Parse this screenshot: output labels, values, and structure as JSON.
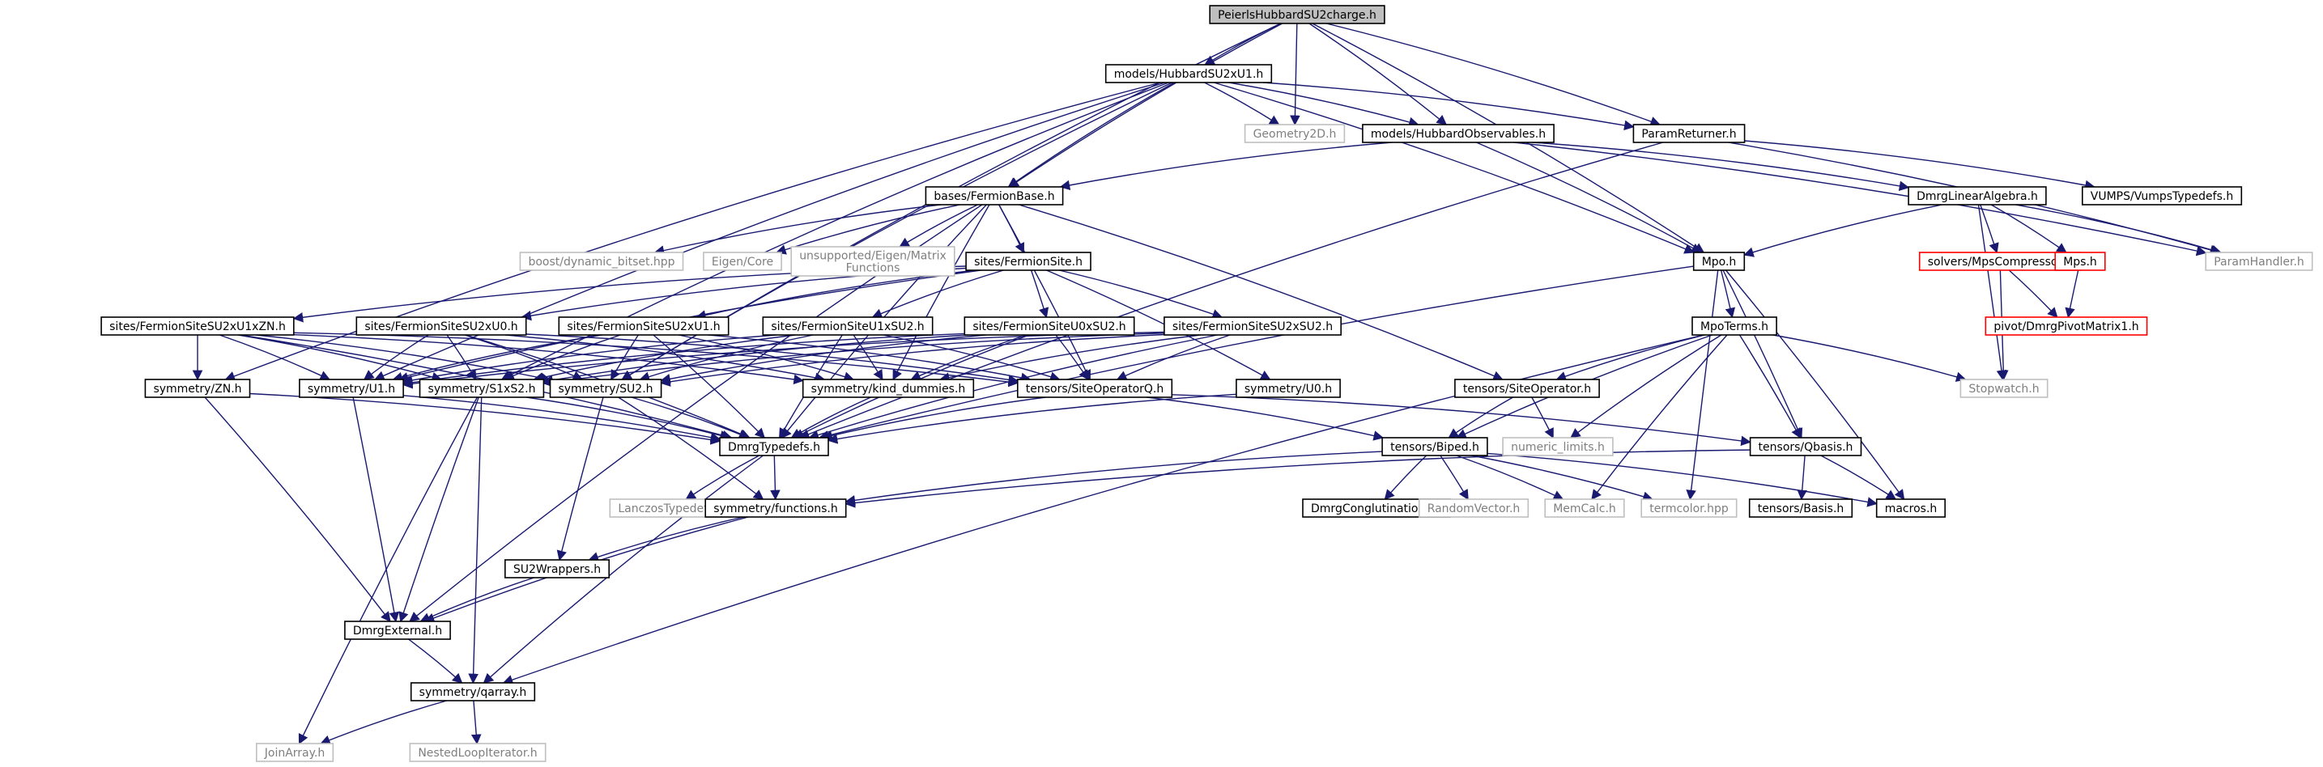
{
  "graph": {
    "colors": {
      "edge": "#191970",
      "node_border": "#000000",
      "root_fill": "#bfbfbf",
      "external_border": "#bfbfbf",
      "undocumented_border": "#ff0000",
      "node_fill": "#ffffff",
      "text": "#000000",
      "external_text": "#7f7f7f"
    },
    "nodes": [
      {
        "id": "root",
        "label": "PeierlsHubbardSU2charge.h",
        "kind": "root"
      },
      {
        "id": "hubbard",
        "label": "models/HubbardSU2xU1.h",
        "kind": "normal"
      },
      {
        "id": "geometry",
        "label": "Geometry2D.h",
        "kind": "external"
      },
      {
        "id": "hubobs",
        "label": "models/HubbardObservables.h",
        "kind": "normal"
      },
      {
        "id": "paramret",
        "label": "ParamReturner.h",
        "kind": "normal"
      },
      {
        "id": "fermbase",
        "label": "bases/FermionBase.h",
        "kind": "normal"
      },
      {
        "id": "dmrglin",
        "label": "DmrgLinearAlgebra.h",
        "kind": "normal"
      },
      {
        "id": "vumps",
        "label": "VUMPS/VumpsTypedefs.h",
        "kind": "normal"
      },
      {
        "id": "boost",
        "label": "boost/dynamic_bitset.hpp",
        "kind": "external"
      },
      {
        "id": "eigencore",
        "label": "Eigen/Core",
        "kind": "external"
      },
      {
        "id": "eigenmf",
        "label": "unsupported/Eigen/Matrix\nFunctions",
        "kind": "external"
      },
      {
        "id": "fermsite",
        "label": "sites/FermionSite.h",
        "kind": "normal"
      },
      {
        "id": "mpo",
        "label": "Mpo.h",
        "kind": "normal"
      },
      {
        "id": "mpscomp",
        "label": "solvers/MpsCompressor.h",
        "kind": "undocumented"
      },
      {
        "id": "mps",
        "label": "Mps.h",
        "kind": "undocumented"
      },
      {
        "id": "paramhandler",
        "label": "ParamHandler.h",
        "kind": "external"
      },
      {
        "id": "fsu2u1zn",
        "label": "sites/FermionSiteSU2xU1xZN.h",
        "kind": "normal"
      },
      {
        "id": "fsu2u0",
        "label": "sites/FermionSiteSU2xU0.h",
        "kind": "normal"
      },
      {
        "id": "fsu2u1",
        "label": "sites/FermionSiteSU2xU1.h",
        "kind": "normal"
      },
      {
        "id": "fu1su2",
        "label": "sites/FermionSiteU1xSU2.h",
        "kind": "normal"
      },
      {
        "id": "fu0su2",
        "label": "sites/FermionSiteU0xSU2.h",
        "kind": "normal"
      },
      {
        "id": "fsu2su2",
        "label": "sites/FermionSiteSU2xSU2.h",
        "kind": "normal"
      },
      {
        "id": "mpoterms",
        "label": "MpoTerms.h",
        "kind": "normal"
      },
      {
        "id": "pivot",
        "label": "pivot/DmrgPivotMatrix1.h",
        "kind": "undocumented"
      },
      {
        "id": "zn",
        "label": "symmetry/ZN.h",
        "kind": "normal"
      },
      {
        "id": "u1",
        "label": "symmetry/U1.h",
        "kind": "normal"
      },
      {
        "id": "s1xs2",
        "label": "symmetry/S1xS2.h",
        "kind": "normal"
      },
      {
        "id": "su2",
        "label": "symmetry/SU2.h",
        "kind": "normal"
      },
      {
        "id": "kind",
        "label": "symmetry/kind_dummies.h",
        "kind": "normal"
      },
      {
        "id": "siteopq",
        "label": "tensors/SiteOperatorQ.h",
        "kind": "normal"
      },
      {
        "id": "u0",
        "label": "symmetry/U0.h",
        "kind": "normal"
      },
      {
        "id": "siteop",
        "label": "tensors/SiteOperator.h",
        "kind": "normal"
      },
      {
        "id": "stopwatch",
        "label": "Stopwatch.h",
        "kind": "external"
      },
      {
        "id": "dmrgtypedefs",
        "label": "DmrgTypedefs.h",
        "kind": "normal"
      },
      {
        "id": "numlimits",
        "label": "numeric_limits.h",
        "kind": "external"
      },
      {
        "id": "biped",
        "label": "tensors/Biped.h",
        "kind": "normal"
      },
      {
        "id": "qbasis",
        "label": "tensors/Qbasis.h",
        "kind": "normal"
      },
      {
        "id": "lanczos",
        "label": "LanczosTypedefs.h",
        "kind": "external"
      },
      {
        "id": "symfunc",
        "label": "symmetry/functions.h",
        "kind": "normal"
      },
      {
        "id": "conglut",
        "label": "DmrgConglutinations.h",
        "kind": "normal"
      },
      {
        "id": "randvec",
        "label": "RandomVector.h",
        "kind": "external"
      },
      {
        "id": "memcalc",
        "label": "MemCalc.h",
        "kind": "external"
      },
      {
        "id": "termcolor",
        "label": "termcolor.hpp",
        "kind": "external"
      },
      {
        "id": "basis",
        "label": "tensors/Basis.h",
        "kind": "normal"
      },
      {
        "id": "macros",
        "label": "macros.h",
        "kind": "normal"
      },
      {
        "id": "su2wrap",
        "label": "SU2Wrappers.h",
        "kind": "normal"
      },
      {
        "id": "dmrgext",
        "label": "DmrgExternal.h",
        "kind": "normal"
      },
      {
        "id": "qarray",
        "label": "symmetry/qarray.h",
        "kind": "normal"
      },
      {
        "id": "joinarray",
        "label": "JoinArray.h",
        "kind": "external"
      },
      {
        "id": "nested",
        "label": "NestedLoopIterator.h",
        "kind": "external"
      }
    ],
    "edges": [
      [
        "root",
        "hubbard"
      ],
      [
        "root",
        "geometry"
      ],
      [
        "root",
        "hubobs"
      ],
      [
        "root",
        "paramret"
      ],
      [
        "root",
        "fermbase"
      ],
      [
        "root",
        "mpo"
      ],
      [
        "root",
        "su2"
      ],
      [
        "hubbard",
        "geometry"
      ],
      [
        "hubbard",
        "hubobs"
      ],
      [
        "hubbard",
        "paramret"
      ],
      [
        "hubbard",
        "fermbase"
      ],
      [
        "hubbard",
        "mpo"
      ],
      [
        "hubbard",
        "zn"
      ],
      [
        "hubbard",
        "u1"
      ],
      [
        "hubbard",
        "su2"
      ],
      [
        "hubbard",
        "s1xs2"
      ],
      [
        "hubobs",
        "fermbase"
      ],
      [
        "hubobs",
        "mpo"
      ],
      [
        "hubobs",
        "dmrglin"
      ],
      [
        "hubobs",
        "paramhandler"
      ],
      [
        "paramret",
        "dmrgtypedefs"
      ],
      [
        "paramret",
        "vumps"
      ],
      [
        "paramret",
        "paramhandler"
      ],
      [
        "fermbase",
        "boost"
      ],
      [
        "fermbase",
        "eigencore"
      ],
      [
        "fermbase",
        "eigenmf"
      ],
      [
        "fermbase",
        "fermsite"
      ],
      [
        "fermbase",
        "siteop"
      ],
      [
        "fermbase",
        "siteopq"
      ],
      [
        "fermbase",
        "kind"
      ],
      [
        "fermbase",
        "dmrgtypedefs"
      ],
      [
        "fermbase",
        "dmrgext"
      ],
      [
        "dmrglin",
        "mpo"
      ],
      [
        "dmrglin",
        "mpscomp"
      ],
      [
        "dmrglin",
        "mps"
      ],
      [
        "dmrglin",
        "stopwatch"
      ],
      [
        "dmrglin",
        "paramhandler"
      ],
      [
        "fermsite",
        "fsu2u1zn"
      ],
      [
        "fermsite",
        "fsu2u0"
      ],
      [
        "fermsite",
        "fsu2u1"
      ],
      [
        "fermsite",
        "fu1su2"
      ],
      [
        "fermsite",
        "fu0su2"
      ],
      [
        "fermsite",
        "fsu2su2"
      ],
      [
        "fermsite",
        "u0"
      ],
      [
        "fermsite",
        "u1"
      ],
      [
        "mpo",
        "mpoterms"
      ],
      [
        "mpo",
        "dmrgtypedefs"
      ],
      [
        "mpo",
        "qbasis"
      ],
      [
        "mpo",
        "macros"
      ],
      [
        "mpo",
        "termcolor"
      ],
      [
        "mpscomp",
        "pivot"
      ],
      [
        "mpscomp",
        "stopwatch"
      ],
      [
        "mps",
        "pivot"
      ],
      [
        "fsu2u1zn",
        "zn"
      ],
      [
        "fsu2u1zn",
        "u1"
      ],
      [
        "fsu2u1zn",
        "su2"
      ],
      [
        "fsu2u1zn",
        "siteopq"
      ],
      [
        "fsu2u1zn",
        "dmrgtypedefs"
      ],
      [
        "fsu2u1zn",
        "s1xs2"
      ],
      [
        "fsu2u1zn",
        "kind"
      ],
      [
        "fsu2u0",
        "u1"
      ],
      [
        "fsu2u0",
        "su2"
      ],
      [
        "fsu2u0",
        "s1xs2"
      ],
      [
        "fsu2u0",
        "siteopq"
      ],
      [
        "fsu2u0",
        "dmrgtypedefs"
      ],
      [
        "fsu2u0",
        "kind"
      ],
      [
        "fsu2u1",
        "u1"
      ],
      [
        "fsu2u1",
        "su2"
      ],
      [
        "fsu2u1",
        "s1xs2"
      ],
      [
        "fsu2u1",
        "siteopq"
      ],
      [
        "fsu2u1",
        "dmrgtypedefs"
      ],
      [
        "fsu2u1",
        "kind"
      ],
      [
        "fu1su2",
        "u1"
      ],
      [
        "fu1su2",
        "su2"
      ],
      [
        "fu1su2",
        "s1xs2"
      ],
      [
        "fu1su2",
        "siteopq"
      ],
      [
        "fu1su2",
        "dmrgtypedefs"
      ],
      [
        "fu1su2",
        "kind"
      ],
      [
        "fu0su2",
        "su2"
      ],
      [
        "fu0su2",
        "s1xs2"
      ],
      [
        "fu0su2",
        "siteopq"
      ],
      [
        "fu0su2",
        "dmrgtypedefs"
      ],
      [
        "fu0su2",
        "kind"
      ],
      [
        "fu0su2",
        "u1"
      ],
      [
        "fsu2su2",
        "su2"
      ],
      [
        "fsu2su2",
        "s1xs2"
      ],
      [
        "fsu2su2",
        "siteopq"
      ],
      [
        "fsu2su2",
        "dmrgtypedefs"
      ],
      [
        "fsu2su2",
        "kind"
      ],
      [
        "fsu2su2",
        "u1"
      ],
      [
        "mpoterms",
        "siteop"
      ],
      [
        "mpoterms",
        "stopwatch"
      ],
      [
        "mpoterms",
        "biped"
      ],
      [
        "mpoterms",
        "qbasis"
      ],
      [
        "mpoterms",
        "numlimits"
      ],
      [
        "mpoterms",
        "memcalc"
      ],
      [
        "mpoterms",
        "qarray"
      ],
      [
        "zn",
        "dmrgtypedefs"
      ],
      [
        "zn",
        "dmrgext"
      ],
      [
        "u1",
        "dmrgtypedefs"
      ],
      [
        "u1",
        "dmrgext"
      ],
      [
        "s1xs2",
        "dmrgtypedefs"
      ],
      [
        "s1xs2",
        "dmrgext"
      ],
      [
        "s1xs2",
        "qarray"
      ],
      [
        "s1xs2",
        "joinarray"
      ],
      [
        "su2",
        "dmrgtypedefs"
      ],
      [
        "su2",
        "symfunc"
      ],
      [
        "su2",
        "su2wrap"
      ],
      [
        "kind",
        "dmrgtypedefs"
      ],
      [
        "siteopq",
        "biped"
      ],
      [
        "siteopq",
        "qbasis"
      ],
      [
        "siteopq",
        "dmrgtypedefs"
      ],
      [
        "u0",
        "dmrgtypedefs"
      ],
      [
        "siteop",
        "numlimits"
      ],
      [
        "siteop",
        "biped"
      ],
      [
        "dmrgtypedefs",
        "lanczos"
      ],
      [
        "dmrgtypedefs",
        "symfunc"
      ],
      [
        "dmrgtypedefs",
        "qarray"
      ],
      [
        "biped",
        "conglut"
      ],
      [
        "biped",
        "randvec"
      ],
      [
        "biped",
        "memcalc"
      ],
      [
        "biped",
        "termcolor"
      ],
      [
        "biped",
        "macros"
      ],
      [
        "biped",
        "symfunc"
      ],
      [
        "qbasis",
        "basis"
      ],
      [
        "qbasis",
        "macros"
      ],
      [
        "qbasis",
        "symfunc"
      ],
      [
        "symfunc",
        "su2wrap"
      ],
      [
        "symfunc",
        "dmrgext"
      ],
      [
        "su2wrap",
        "dmrgext"
      ],
      [
        "dmrgext",
        "qarray"
      ],
      [
        "qarray",
        "joinarray"
      ],
      [
        "qarray",
        "nested"
      ]
    ]
  }
}
